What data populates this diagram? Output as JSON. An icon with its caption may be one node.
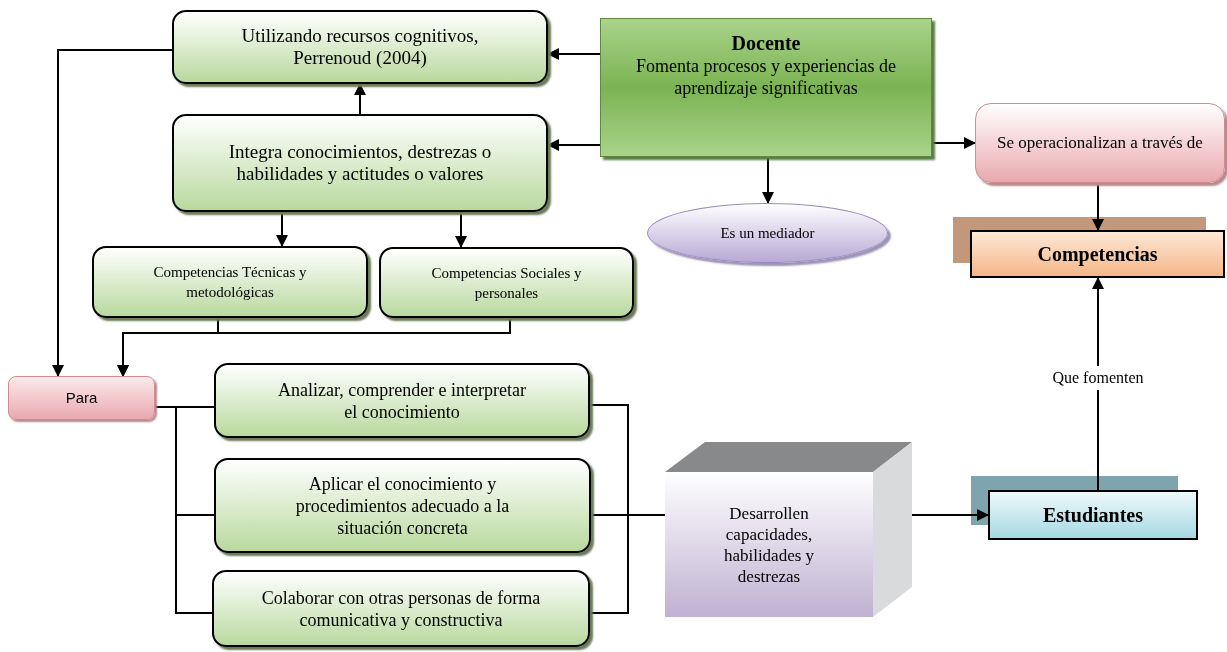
{
  "diagram": {
    "nodes": [
      {
        "text": [
          "Utilizando recursos cognitivos, Perrenoud (2004)"
        ]
      },
      {
        "text": [
          "Docente",
          "Fomenta procesos y experiencias de aprendizaje significativas"
        ]
      },
      {
        "text": [
          "Integra conocimientos, destrezas o habilidades y actitudes o valores"
        ]
      },
      {
        "text": [
          "Se operacionalizan a través de"
        ]
      },
      {
        "text": [
          "Es un mediador"
        ]
      },
      {
        "text": [
          "Competencias"
        ]
      },
      {
        "text": [
          "Competencias Técnicas y metodológicas"
        ]
      },
      {
        "text": [
          "Competencias Sociales y personales"
        ]
      },
      {
        "text": [
          "Para"
        ]
      },
      {
        "text": [
          "Analizar, comprender e interpretar el conocimiento"
        ]
      },
      {
        "text": [
          "Aplicar el conocimiento y procedimientos adecuado a la situación concreta"
        ]
      },
      {
        "text": [
          "Colaborar con otras personas de forma comunicativa y constructiva"
        ]
      },
      {
        "text": [
          "Desarrollen capacidades, habilidades y destrezas"
        ]
      },
      {
        "text": [
          "Estudiantes"
        ]
      }
    ],
    "edges": [
      {
        "from": 1,
        "to": 0,
        "arrow": "to"
      },
      {
        "from": 1,
        "to": 2,
        "arrow": "to"
      },
      {
        "from": 2,
        "to": 0,
        "arrow": "to"
      },
      {
        "from": 1,
        "to": 3,
        "arrow": "to"
      },
      {
        "from": 1,
        "to": 4,
        "arrow": "to"
      },
      {
        "from": 2,
        "to": 6,
        "arrow": "to"
      },
      {
        "from": 2,
        "to": 7,
        "arrow": "to"
      },
      {
        "from": 0,
        "to": 8,
        "arrow": "to"
      },
      {
        "from": 6,
        "to": 8,
        "arrow": "to"
      },
      {
        "from": 7,
        "to": 8,
        "arrow": "to"
      },
      {
        "from": 8,
        "to": 9,
        "arrow": "none"
      },
      {
        "from": 8,
        "to": 10,
        "arrow": "none"
      },
      {
        "from": 8,
        "to": 11,
        "arrow": "none"
      },
      {
        "from": 9,
        "to": 12,
        "arrow": "none"
      },
      {
        "from": 10,
        "to": 12,
        "arrow": "none"
      },
      {
        "from": 11,
        "to": 12,
        "arrow": "none"
      },
      {
        "from": 12,
        "to": 13,
        "arrow": "to"
      },
      {
        "from": 13,
        "to": 5,
        "arrow": "to",
        "label": "Que fomenten"
      },
      {
        "from": 3,
        "to": 5,
        "arrow": "to"
      }
    ]
  }
}
